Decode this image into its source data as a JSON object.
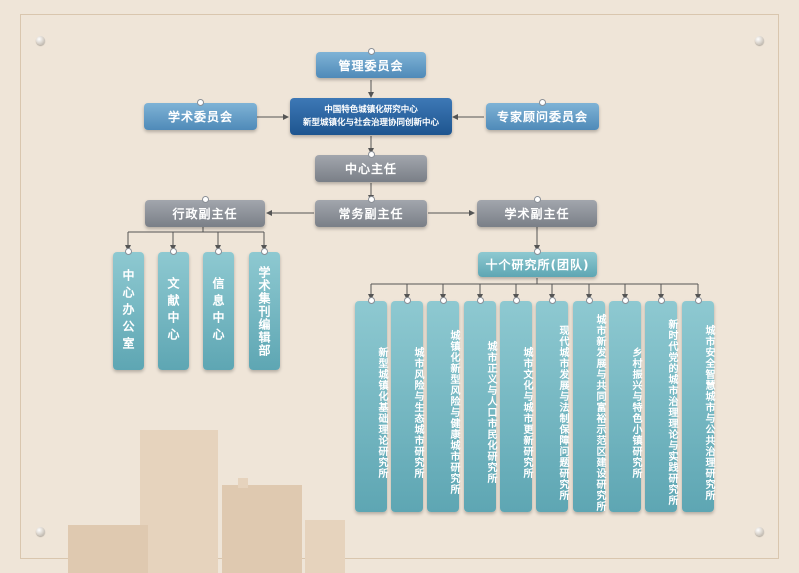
{
  "chart": {
    "top": "管理委员会",
    "center_line1": "中国特色城镇化研究中心",
    "center_line2": "新型城镇化与社会治理协同创新中心",
    "left_committee": "学术委员会",
    "right_committee": "专家顾问委员会",
    "director": "中心主任",
    "exec_deputy": "常务副主任",
    "admin_deputy": "行政副主任",
    "academic_deputy": "学术副主任",
    "admin_units": [
      "中心办公室",
      "文献中心",
      "信息中心",
      "学术集刊编辑部"
    ],
    "institutes_header": "十个研究所(团队)",
    "institutes": [
      "新型城镇化基础理论研究所",
      "城市风险与生态城市研究所",
      "城镇化新型风险与健康城市研究所",
      "城市正义与人口市民化研究所",
      "城市文化与城市更新研究所",
      "现代城市发展与法制保障问题研究所",
      "城市新发展与共同富裕示范区建设研究所",
      "乡村振兴与特色小镇研究所",
      "新时代党的城市治理理论与实践研究所",
      "城市安全智慧城市与公共治理研究所"
    ]
  }
}
